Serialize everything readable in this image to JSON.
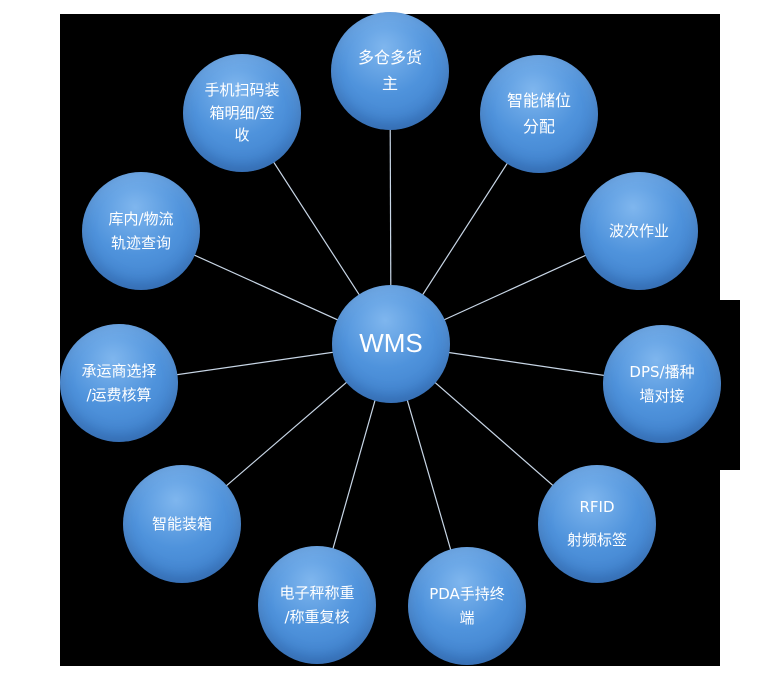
{
  "center": {
    "label": "WMS"
  },
  "nodes": [
    {
      "id": "owner",
      "label": "多仓多货\n主"
    },
    {
      "id": "storage",
      "label": "智能储位\n分配"
    },
    {
      "id": "wave",
      "label": "波次作业"
    },
    {
      "id": "dps",
      "label": "DPS/播种\n墙对接"
    },
    {
      "id": "rfid",
      "label": "RFID\n射频标签"
    },
    {
      "id": "pda",
      "label": "PDA手持终\n端"
    },
    {
      "id": "scale",
      "label": "电子秤称重\n/称重复核"
    },
    {
      "id": "packing",
      "label": "智能装箱"
    },
    {
      "id": "carrier",
      "label": "承运商选择\n/运费核算"
    },
    {
      "id": "track",
      "label": "库内/物流\n轨迹查询"
    },
    {
      "id": "scan",
      "label": "手机扫码装\n箱明细/签\n收"
    }
  ],
  "colors": {
    "background": "#000000",
    "node": "#4a8edb",
    "line": "#c8d6e6",
    "text": "#ffffff"
  }
}
